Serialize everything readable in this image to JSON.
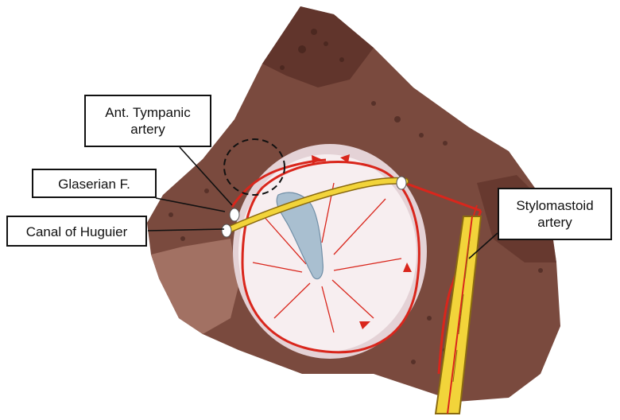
{
  "labels": {
    "ant_tympanic": [
      "Ant. Tympanic",
      "artery"
    ],
    "glaserian": "Glaserian F.",
    "huguier": "Canal of Huguier",
    "stylomastoid": [
      "Stylomastoid",
      "artery"
    ]
  },
  "colors": {
    "bone": "#7a4a3e",
    "bone_dark": "#5a2f27",
    "bone_light": "#a9786a",
    "membrane": "#f7eef0",
    "membrane_rim": "#e4d2d6",
    "malleus": "#a9bfd0",
    "artery_red": "#d9261c",
    "nerve_yellow": "#f2d43a",
    "nerve_outline": "#8a6a10",
    "line": "#111111"
  },
  "icons": [
    "bone-section-icon",
    "tympanic-membrane-icon",
    "malleus-icon",
    "chorda-tympani-icon",
    "facial-nerve-icon",
    "artery-icon"
  ]
}
